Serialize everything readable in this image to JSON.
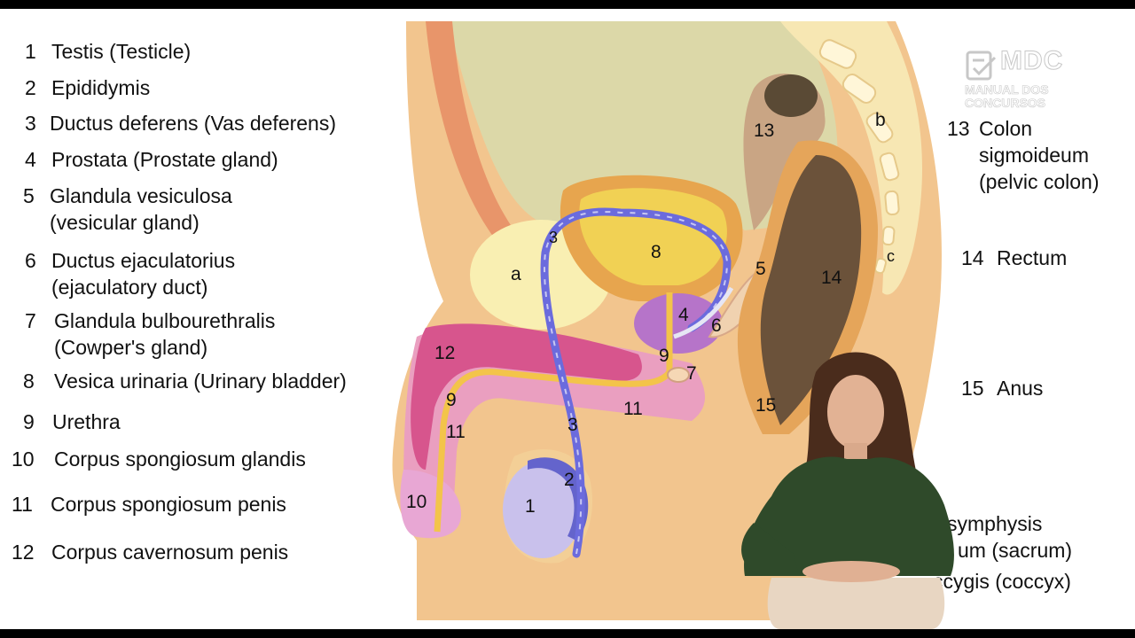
{
  "legend_left": [
    {
      "num": "1",
      "line1": "Testis (Testicle)",
      "line2": ""
    },
    {
      "num": "2",
      "line1": "Epididymis",
      "line2": ""
    },
    {
      "num": "3",
      "line1": "Ductus deferens (Vas deferens)",
      "line2": ""
    },
    {
      "num": "4",
      "line1": "Prostata (Prostate gland)",
      "line2": ""
    },
    {
      "num": "5",
      "line1": "Glandula vesiculosa",
      "line2": "(vesicular gland)"
    },
    {
      "num": "6",
      "line1": "Ductus ejaculatorius",
      "line2": "(ejaculatory duct)"
    },
    {
      "num": "7",
      "line1": "Glandula bulbourethralis",
      "line2": "(Cowper's gland)"
    },
    {
      "num": "8",
      "line1": "Vesica urinaria (Urinary bladder)",
      "line2": ""
    },
    {
      "num": "9",
      "line1": "Urethra",
      "line2": ""
    },
    {
      "num": "10",
      "line1": "Corpus spongiosum glandis",
      "line2": ""
    },
    {
      "num": "11",
      "line1": "Corpus spongiosum penis",
      "line2": ""
    },
    {
      "num": "12",
      "line1": "Corpus cavernosum penis",
      "line2": ""
    }
  ],
  "legend_right": [
    {
      "num": "13",
      "line1": "Colon",
      "line2": "sigmoideum",
      "line3": "(pelvic colon)"
    },
    {
      "num": "14",
      "line1": "Rectum"
    },
    {
      "num": "15",
      "line1": "Anus"
    }
  ],
  "legend_right_partial": [
    "symphysis",
    "um (sacrum)",
    "ccygis (coccyx)"
  ],
  "diagram_labels": {
    "l1": "1",
    "l2": "2",
    "l3a": "3",
    "l3b": "3",
    "l4": "4",
    "l5": "5",
    "l6": "6",
    "l7": "7",
    "l8": "8",
    "l9a": "9",
    "l9b": "9",
    "l10": "10",
    "l11a": "11",
    "l11b": "11",
    "l12": "12",
    "l13": "13",
    "l14": "14",
    "l15": "15",
    "la": "a",
    "lb": "b",
    "lc": "c"
  },
  "logo": {
    "brand": "MDC",
    "sub1": "MANUAL DOS",
    "sub2": "CONCURSOS"
  },
  "icons": {
    "logo_mark": "document-check-icon"
  }
}
